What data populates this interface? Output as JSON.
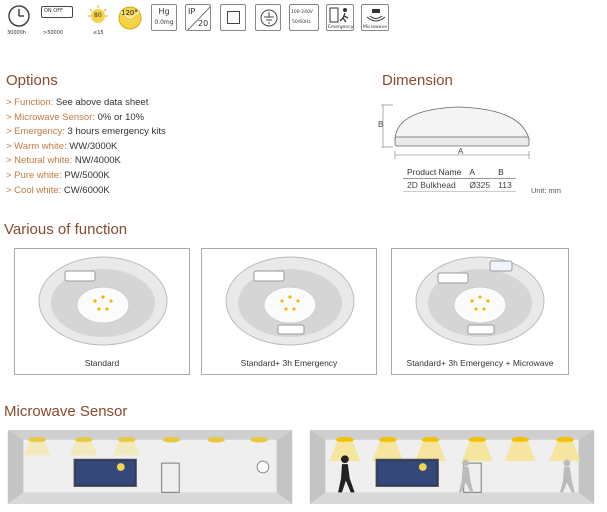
{
  "icons": [
    {
      "name": "lifetime",
      "caption": "30000h"
    },
    {
      "name": "switch-cycles",
      "top": "ON  OFF",
      "caption": ">50000"
    },
    {
      "name": "ra",
      "value": "80",
      "caption": "≤15"
    },
    {
      "name": "beam-angle",
      "value": "120°"
    },
    {
      "name": "mercury",
      "top": "Hg",
      "bottom": "0.0mg"
    },
    {
      "name": "ip-rating",
      "top": "IP",
      "bottom": "20"
    },
    {
      "name": "class-ii",
      "caption": ""
    },
    {
      "name": "earth",
      "caption": ""
    },
    {
      "name": "voltage",
      "top": "100-240V",
      "bottom": "50/60Hz"
    },
    {
      "name": "emergency",
      "caption": "Emergency"
    },
    {
      "name": "microwave",
      "caption": "Microwave"
    }
  ],
  "options": {
    "heading": "Options",
    "items": [
      {
        "label": "> Function: ",
        "value": "See above data sheet"
      },
      {
        "label": "> Microwave Sensor: ",
        "value": "0% or 10%"
      },
      {
        "label": "> Emergency: ",
        "value": "3 hours emergency kits"
      },
      {
        "label": "> Warm white: ",
        "value": "WW/3000K"
      },
      {
        "label": "> Netural white: ",
        "value": "NW/4000K"
      },
      {
        "label": "> Pure white: ",
        "value": "PW/5000K"
      },
      {
        "label": "> Cool white: ",
        "value": "CW/6000K"
      }
    ]
  },
  "dimension": {
    "heading": "Dimension",
    "label_a": "A",
    "label_b": "B",
    "table": {
      "headers": [
        "Product Name",
        "A",
        "B"
      ],
      "rows": [
        [
          "2D Bulkhead",
          "Ø325",
          "113"
        ]
      ]
    },
    "unit": "Unit: mm"
  },
  "functions": {
    "heading": "Various of function",
    "cards": [
      {
        "label": "Standard"
      },
      {
        "label": "Standard+ 3h Emergency"
      },
      {
        "label": "Standard+ 3h Emergency + Microwave"
      }
    ]
  },
  "microwave": {
    "heading": "Microwave Sensor"
  },
  "colors": {
    "heading": "#8a4b2d",
    "option_label": "#c07a43",
    "lamp_on": "#f2c200",
    "room_wall": "#d8d8d8"
  }
}
